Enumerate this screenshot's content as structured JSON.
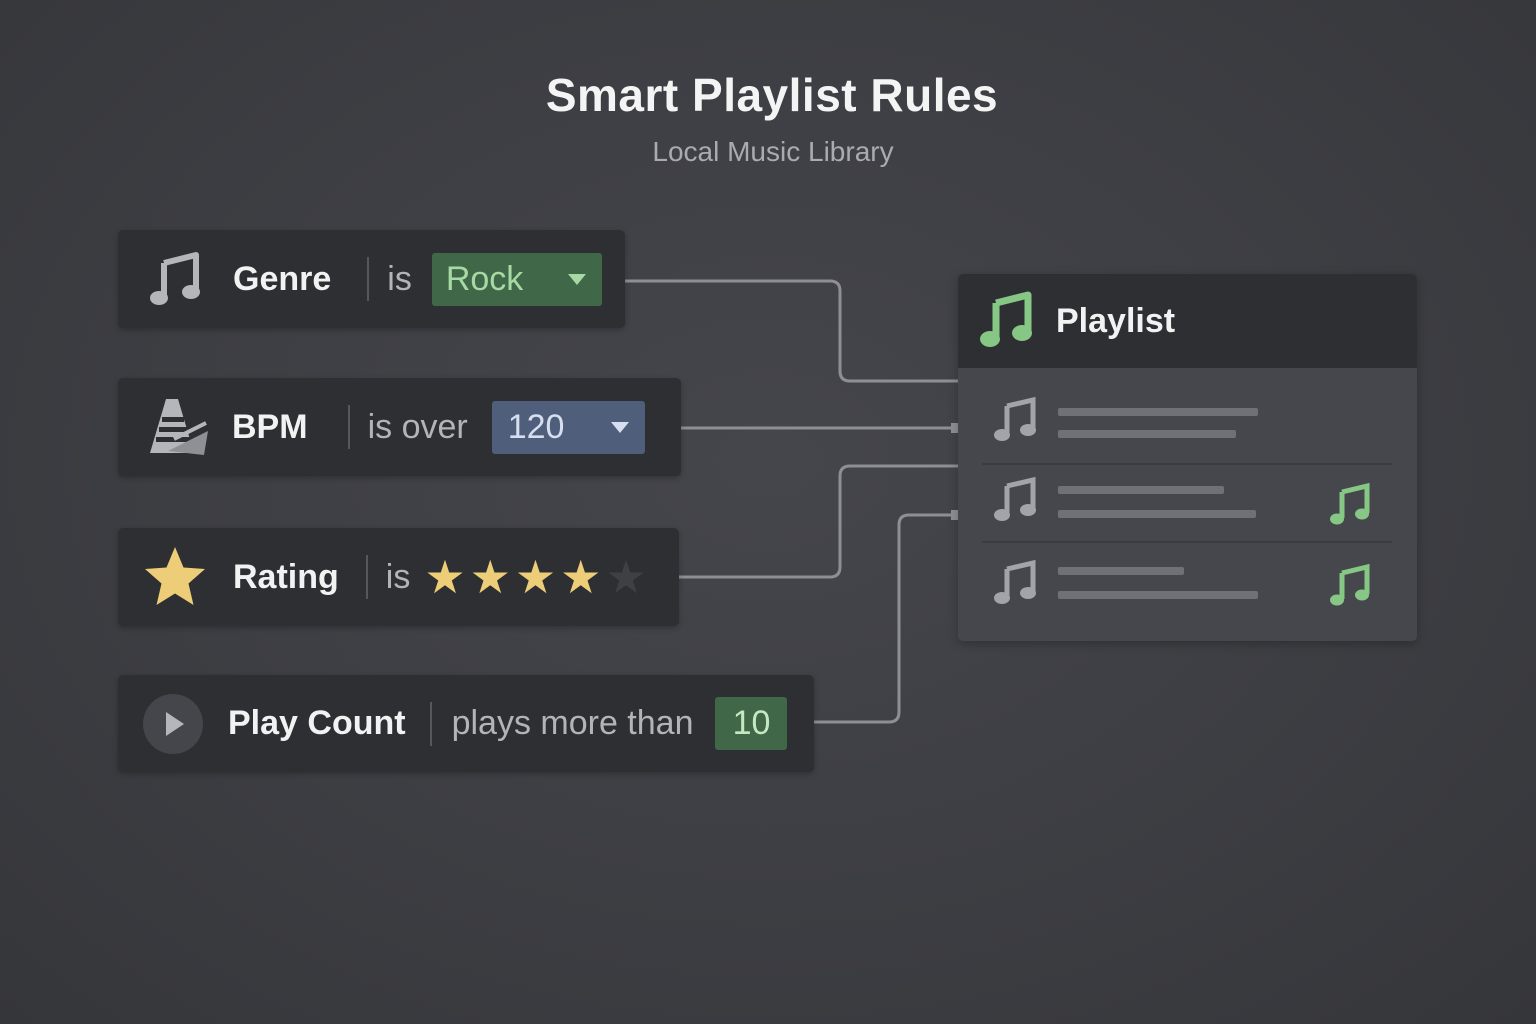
{
  "header": {
    "title": "Smart Playlist Rules",
    "subtitle": "Local Music Library"
  },
  "rules": [
    {
      "icon": "music-note-icon",
      "field": "Genre",
      "operator": "is",
      "value": "Rock",
      "control": "dropdown"
    },
    {
      "icon": "metronome-icon",
      "field": "BPM",
      "operator": "is over",
      "value": "120",
      "control": "dropdown"
    },
    {
      "icon": "star-icon",
      "field": "Rating",
      "operator": "is",
      "value": 4,
      "max": 5,
      "control": "stars"
    },
    {
      "icon": "play-icon",
      "field": "Play Count",
      "operator": "plays more than",
      "value": "10",
      "control": "number"
    }
  ],
  "playlist": {
    "icon": "music-note-icon",
    "title": "Playlist",
    "tracks": [
      {
        "matched": false
      },
      {
        "matched": true
      },
      {
        "matched": true
      }
    ]
  },
  "colors": {
    "background": "#3c3d42",
    "panel": "#2e2f33",
    "accent_green": "#86c785",
    "star": "#eecd78",
    "dropdown_blue": "#4f5f7b",
    "dropdown_green": "#3f6748"
  }
}
